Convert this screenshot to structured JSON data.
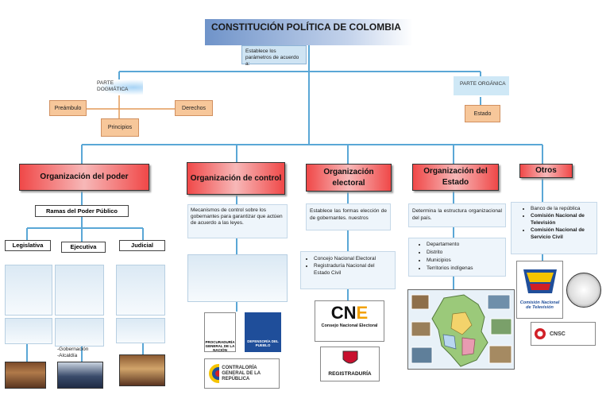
{
  "title": "CONSTITUCIÓN POLÍTICA DE COLOMBIA",
  "subtitle": "Establece los parámetros de acuerdo a:",
  "dogmatica": {
    "label": "PARTE DOGMÁTICA",
    "items": [
      "Preámbulo",
      "Derechos",
      "Principios"
    ]
  },
  "organica": {
    "label": "PARTE ORGÁNICA",
    "estado": "Estado"
  },
  "columns": {
    "poder": {
      "header": "Organización del poder",
      "ramas": "Ramas del Poder Público",
      "branches": [
        "Legislativa",
        "Ejecutiva",
        "Judicial"
      ],
      "ejecutiva_note": "-Gobernación\n-Alcaldía"
    },
    "control": {
      "header": "Organización de control",
      "description": "Mecanismos de control sobre los gobernantes para garantizar que actúen de acuerdo a las leyes.",
      "logos": [
        "PROCURADURÍA GENERAL DE LA NACIÓN",
        "DEFENSORÍA DEL PUEBLO",
        "CONTRALORÍA GENERAL DE LA REPÚBLICA"
      ]
    },
    "electoral": {
      "header": "Organización electoral",
      "description": "Establece las formas elección de de gobernantes. nuestros",
      "items": [
        "Concejo Nacional Electoral",
        "Registraduría Nacional del Estado Civil"
      ],
      "logos": [
        "Consejo Nacional Electoral",
        "REGISTRADURÍA"
      ]
    },
    "estado": {
      "header": "Organización del Estado",
      "description": "Determina la estructura organizacional del país.",
      "items": [
        "Departamento",
        "Distrito",
        "Municipios",
        "Territorios indígenas"
      ]
    },
    "otros": {
      "header": "Otros",
      "items": [
        "Banco de la república",
        "Comisión Nacional de Televisión",
        "Comisión Nacional de Servicio Civil"
      ],
      "logos": [
        "Comisión Nacional de Televisión",
        "CNSC"
      ]
    }
  },
  "colors": {
    "header_red": "#f04848",
    "connector_blue": "#5aa7d6",
    "connector_orange": "#e39a58",
    "title_blue": "#6f93c9"
  }
}
